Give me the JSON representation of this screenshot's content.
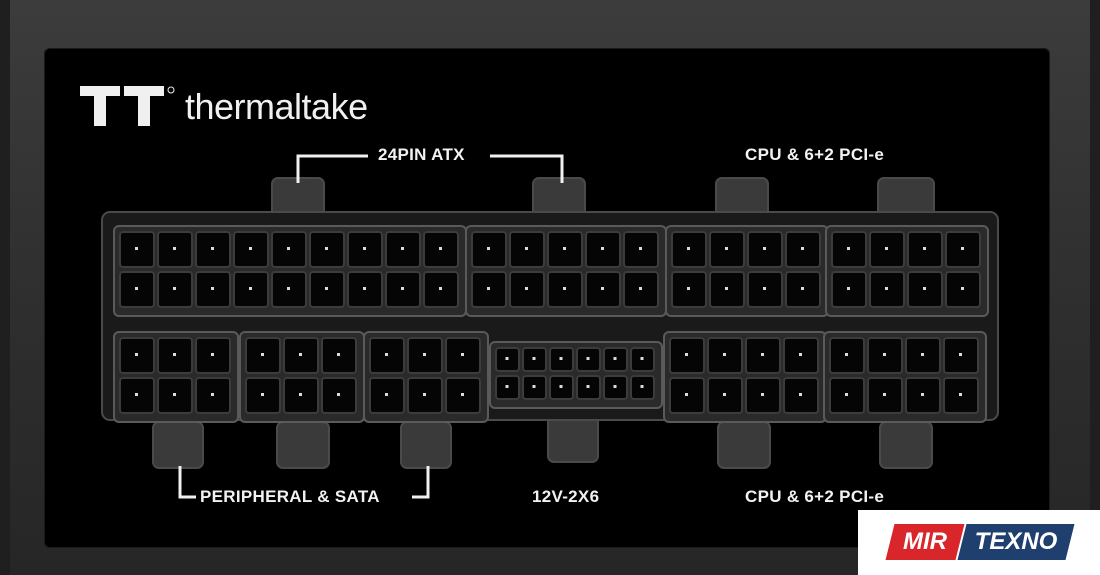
{
  "brand": {
    "name": "thermaltake",
    "logo": "thermaltake-tt-logo"
  },
  "labels": {
    "top_left": "24PIN ATX",
    "top_right": "CPU & 6+2 PCI-e",
    "bottom_left": "PERIPHERAL & SATA",
    "bottom_center": "12V-2X6",
    "bottom_right": "CPU & 6+2 PCI-e"
  },
  "watermark": {
    "part1": "MIR",
    "part2": "TEXNO"
  },
  "colors": {
    "chassis": "#333333",
    "panel": "#000000",
    "connector_body": "#2a2a2a",
    "connector_outline": "#5a5a5a",
    "label_text": "#f2f2f2",
    "watermark_red": "#d9262b",
    "watermark_blue": "#1f3f6e"
  }
}
